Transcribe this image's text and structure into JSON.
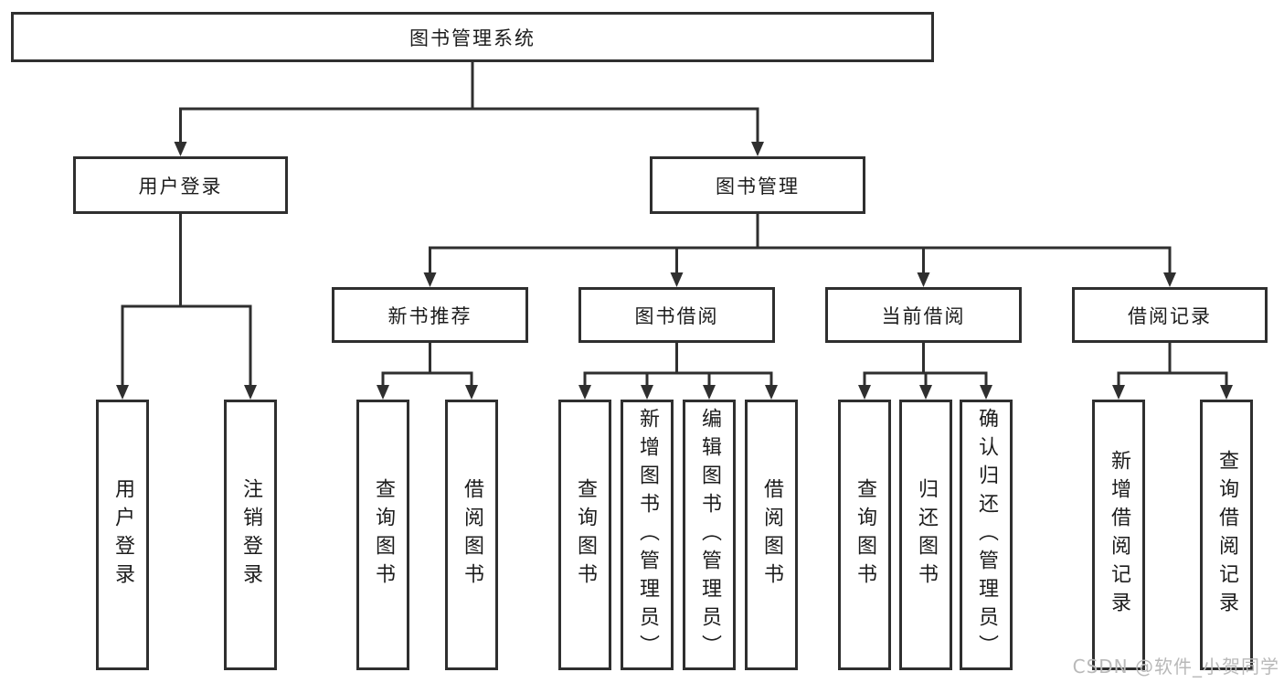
{
  "diagram": {
    "root": {
      "label": "图书管理系统"
    },
    "branches": [
      {
        "label": "用户登录",
        "children": [
          {
            "label": "用户登录"
          },
          {
            "label": "注销登录"
          }
        ]
      },
      {
        "label": "图书管理",
        "children": [
          {
            "label": "新书推荐",
            "children": [
              {
                "label": "查询图书"
              },
              {
                "label": "借阅图书"
              }
            ]
          },
          {
            "label": "图书借阅",
            "children": [
              {
                "label": "查询图书"
              },
              {
                "label": "新增图书（管理员）"
              },
              {
                "label": "编辑图书（管理员）"
              },
              {
                "label": "借阅图书"
              }
            ]
          },
          {
            "label": "当前借阅",
            "children": [
              {
                "label": "查询图书"
              },
              {
                "label": "归还图书"
              },
              {
                "label": "确认归还（管理员）"
              }
            ]
          },
          {
            "label": "借阅记录",
            "children": [
              {
                "label": "新增借阅记录"
              },
              {
                "label": "查询借阅记录"
              }
            ]
          }
        ]
      }
    ],
    "watermark": {
      "text": "CSDN @软件_小贺同学"
    },
    "colors": {
      "line": "#2f2f2f",
      "box_border": "#2f2f2f",
      "background": "#ffffff",
      "text": "#1c1c1c",
      "watermark": "#b9b9b9"
    }
  }
}
